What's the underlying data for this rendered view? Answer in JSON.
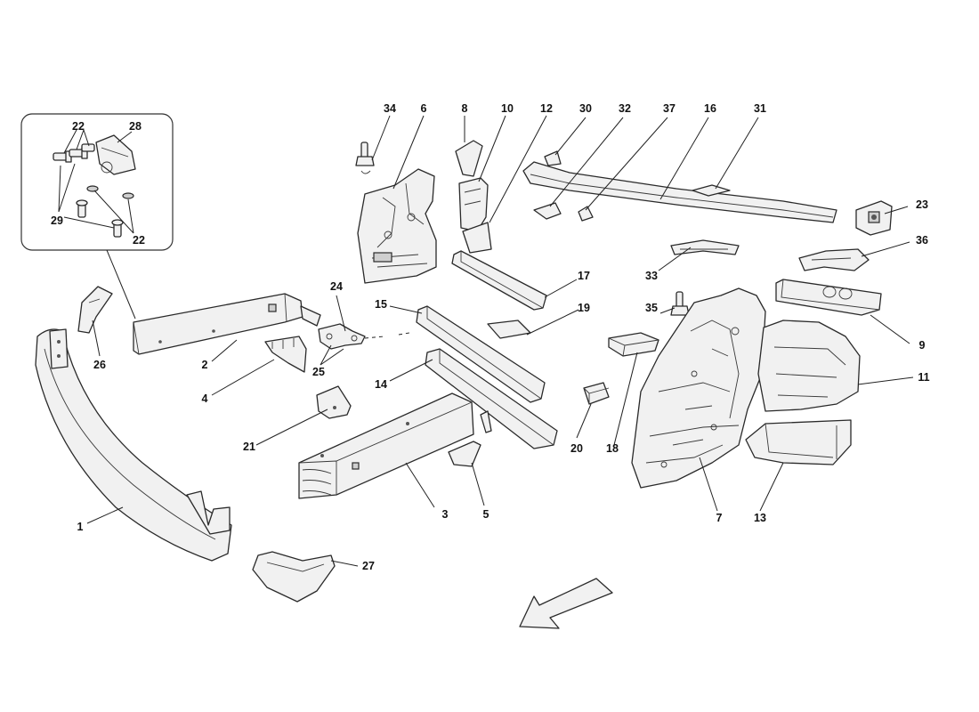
{
  "diagram": {
    "callouts": [
      {
        "id": "1",
        "text": "1"
      },
      {
        "id": "2",
        "text": "2"
      },
      {
        "id": "3",
        "text": "3"
      },
      {
        "id": "4",
        "text": "4"
      },
      {
        "id": "5",
        "text": "5"
      },
      {
        "id": "6",
        "text": "6"
      },
      {
        "id": "7",
        "text": "7"
      },
      {
        "id": "8",
        "text": "8"
      },
      {
        "id": "9",
        "text": "9"
      },
      {
        "id": "10",
        "text": "10"
      },
      {
        "id": "11",
        "text": "11"
      },
      {
        "id": "12",
        "text": "12"
      },
      {
        "id": "13",
        "text": "13"
      },
      {
        "id": "14",
        "text": "14"
      },
      {
        "id": "15",
        "text": "15"
      },
      {
        "id": "16",
        "text": "16"
      },
      {
        "id": "17",
        "text": "17"
      },
      {
        "id": "18",
        "text": "18"
      },
      {
        "id": "19",
        "text": "19"
      },
      {
        "id": "20",
        "text": "20"
      },
      {
        "id": "21",
        "text": "21"
      },
      {
        "id": "22a",
        "text": "22"
      },
      {
        "id": "22b",
        "text": "22"
      },
      {
        "id": "23",
        "text": "23"
      },
      {
        "id": "24",
        "text": "24"
      },
      {
        "id": "25",
        "text": "25"
      },
      {
        "id": "26",
        "text": "26"
      },
      {
        "id": "27",
        "text": "27"
      },
      {
        "id": "28",
        "text": "28"
      },
      {
        "id": "29",
        "text": "29"
      },
      {
        "id": "30",
        "text": "30"
      },
      {
        "id": "31",
        "text": "31"
      },
      {
        "id": "32",
        "text": "32"
      },
      {
        "id": "33",
        "text": "33"
      },
      {
        "id": "34",
        "text": "34"
      },
      {
        "id": "35",
        "text": "35"
      },
      {
        "id": "36",
        "text": "36"
      },
      {
        "id": "37",
        "text": "37"
      }
    ],
    "direction_arrow": "arrow-down-left-icon"
  }
}
